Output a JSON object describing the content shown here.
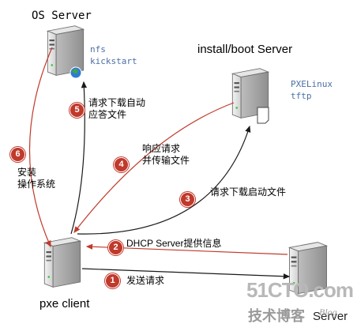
{
  "nodes": {
    "os_server": {
      "label": "OS Server",
      "services": [
        "nfs",
        "kickstart"
      ]
    },
    "install_server": {
      "label": "install/boot Server",
      "services": [
        "PXELinux",
        "tftp"
      ]
    },
    "pxe_client": {
      "label": "pxe client"
    },
    "dhcp_server": {
      "label": "Server"
    }
  },
  "steps": [
    {
      "number": "1",
      "text": [
        "发送请求"
      ]
    },
    {
      "number": "2",
      "text": [
        "DHCP Server提供信息"
      ]
    },
    {
      "number": "3",
      "text": [
        "请求下载启动文件"
      ]
    },
    {
      "number": "4",
      "text": [
        "响应请求",
        "并传输文件"
      ]
    },
    {
      "number": "5",
      "text": [
        "请求下载自动",
        "应答文件"
      ]
    },
    {
      "number": "6",
      "text": [
        "安装",
        "操作系统"
      ]
    }
  ],
  "watermark": {
    "site": "51CTO.com",
    "sub": "技术博客",
    "tag": "Blog"
  },
  "colors": {
    "request_arrow": "#1a1a1a",
    "response_arrow": "#c0392b",
    "step_badge": "#c0392b",
    "service_text": "#4a6fa5"
  }
}
